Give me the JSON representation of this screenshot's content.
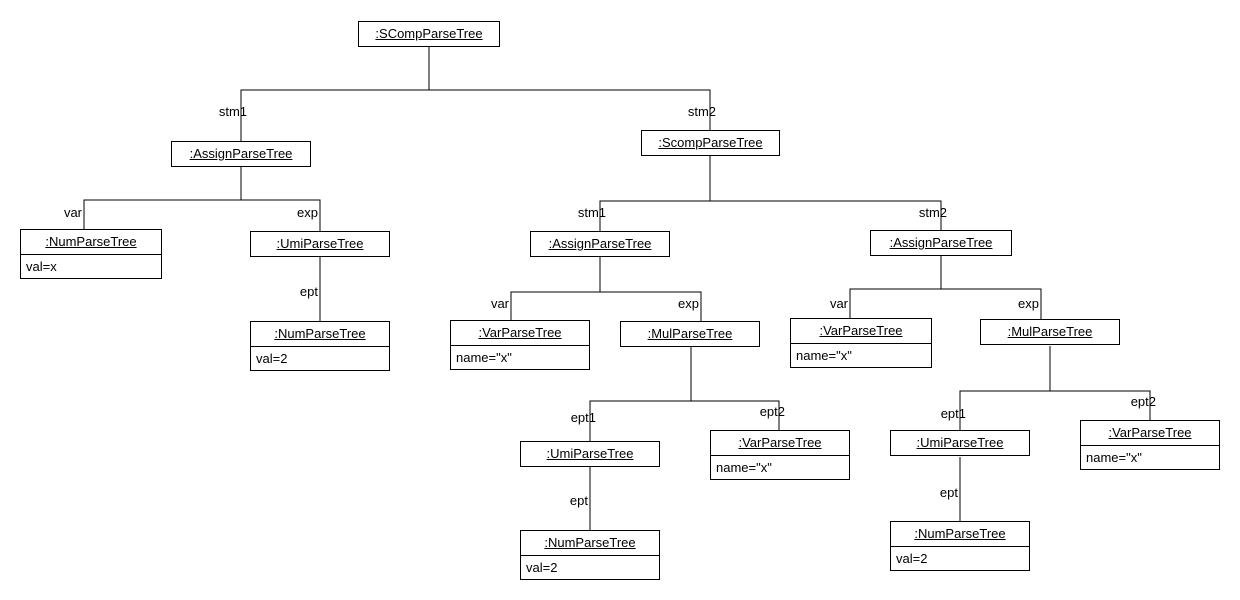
{
  "diagram": {
    "colors": {
      "line": "#000000",
      "box_border": "#000000",
      "box_fill": "#ffffff",
      "text": "#000000"
    },
    "nodes": {
      "root": {
        "title": ":SCompParseTree"
      },
      "l_assign": {
        "title": ":AssignParseTree"
      },
      "l_num": {
        "title": ":NumParseTree",
        "attribute": "val=x"
      },
      "l_umi": {
        "title": ":UmiParseTree"
      },
      "l_num2": {
        "title": ":NumParseTree",
        "attribute": "val=2"
      },
      "m_scomp": {
        "title": ":ScompParseTree"
      },
      "m_assign": {
        "title": ":AssignParseTree"
      },
      "m_var": {
        "title": ":VarParseTree",
        "attribute": "name=\"x\""
      },
      "m_mul": {
        "title": ":MulParseTree"
      },
      "m_umi": {
        "title": ":UmiParseTree"
      },
      "m_var2": {
        "title": ":VarParseTree",
        "attribute": "name=\"x\""
      },
      "m_num": {
        "title": ":NumParseTree",
        "attribute": "val=2"
      },
      "r_assign": {
        "title": ":AssignParseTree"
      },
      "r_var": {
        "title": ":VarParseTree",
        "attribute": "name=\"x\""
      },
      "r_mul": {
        "title": ":MulParseTree"
      },
      "r_umi": {
        "title": ":UmiParseTree"
      },
      "r_var2": {
        "title": ":VarParseTree",
        "attribute": "name=\"x\""
      },
      "r_num": {
        "title": ":NumParseTree",
        "attribute": "val=2"
      }
    },
    "edge_labels": {
      "root_stm1": "stm1",
      "root_stm2": "stm2",
      "left_var": "var",
      "left_exp": "exp",
      "left_ept": "ept",
      "mid_stm1": "stm1",
      "mid_stm2": "stm2",
      "mid_var": "var",
      "mid_exp": "exp",
      "mid_ept1": "ept1",
      "mid_ept2": "ept2",
      "mid_ept": "ept",
      "right_var": "var",
      "right_exp": "exp",
      "right_ept1": "ept1",
      "right_ept2": "ept2",
      "right_ept": "ept"
    }
  }
}
